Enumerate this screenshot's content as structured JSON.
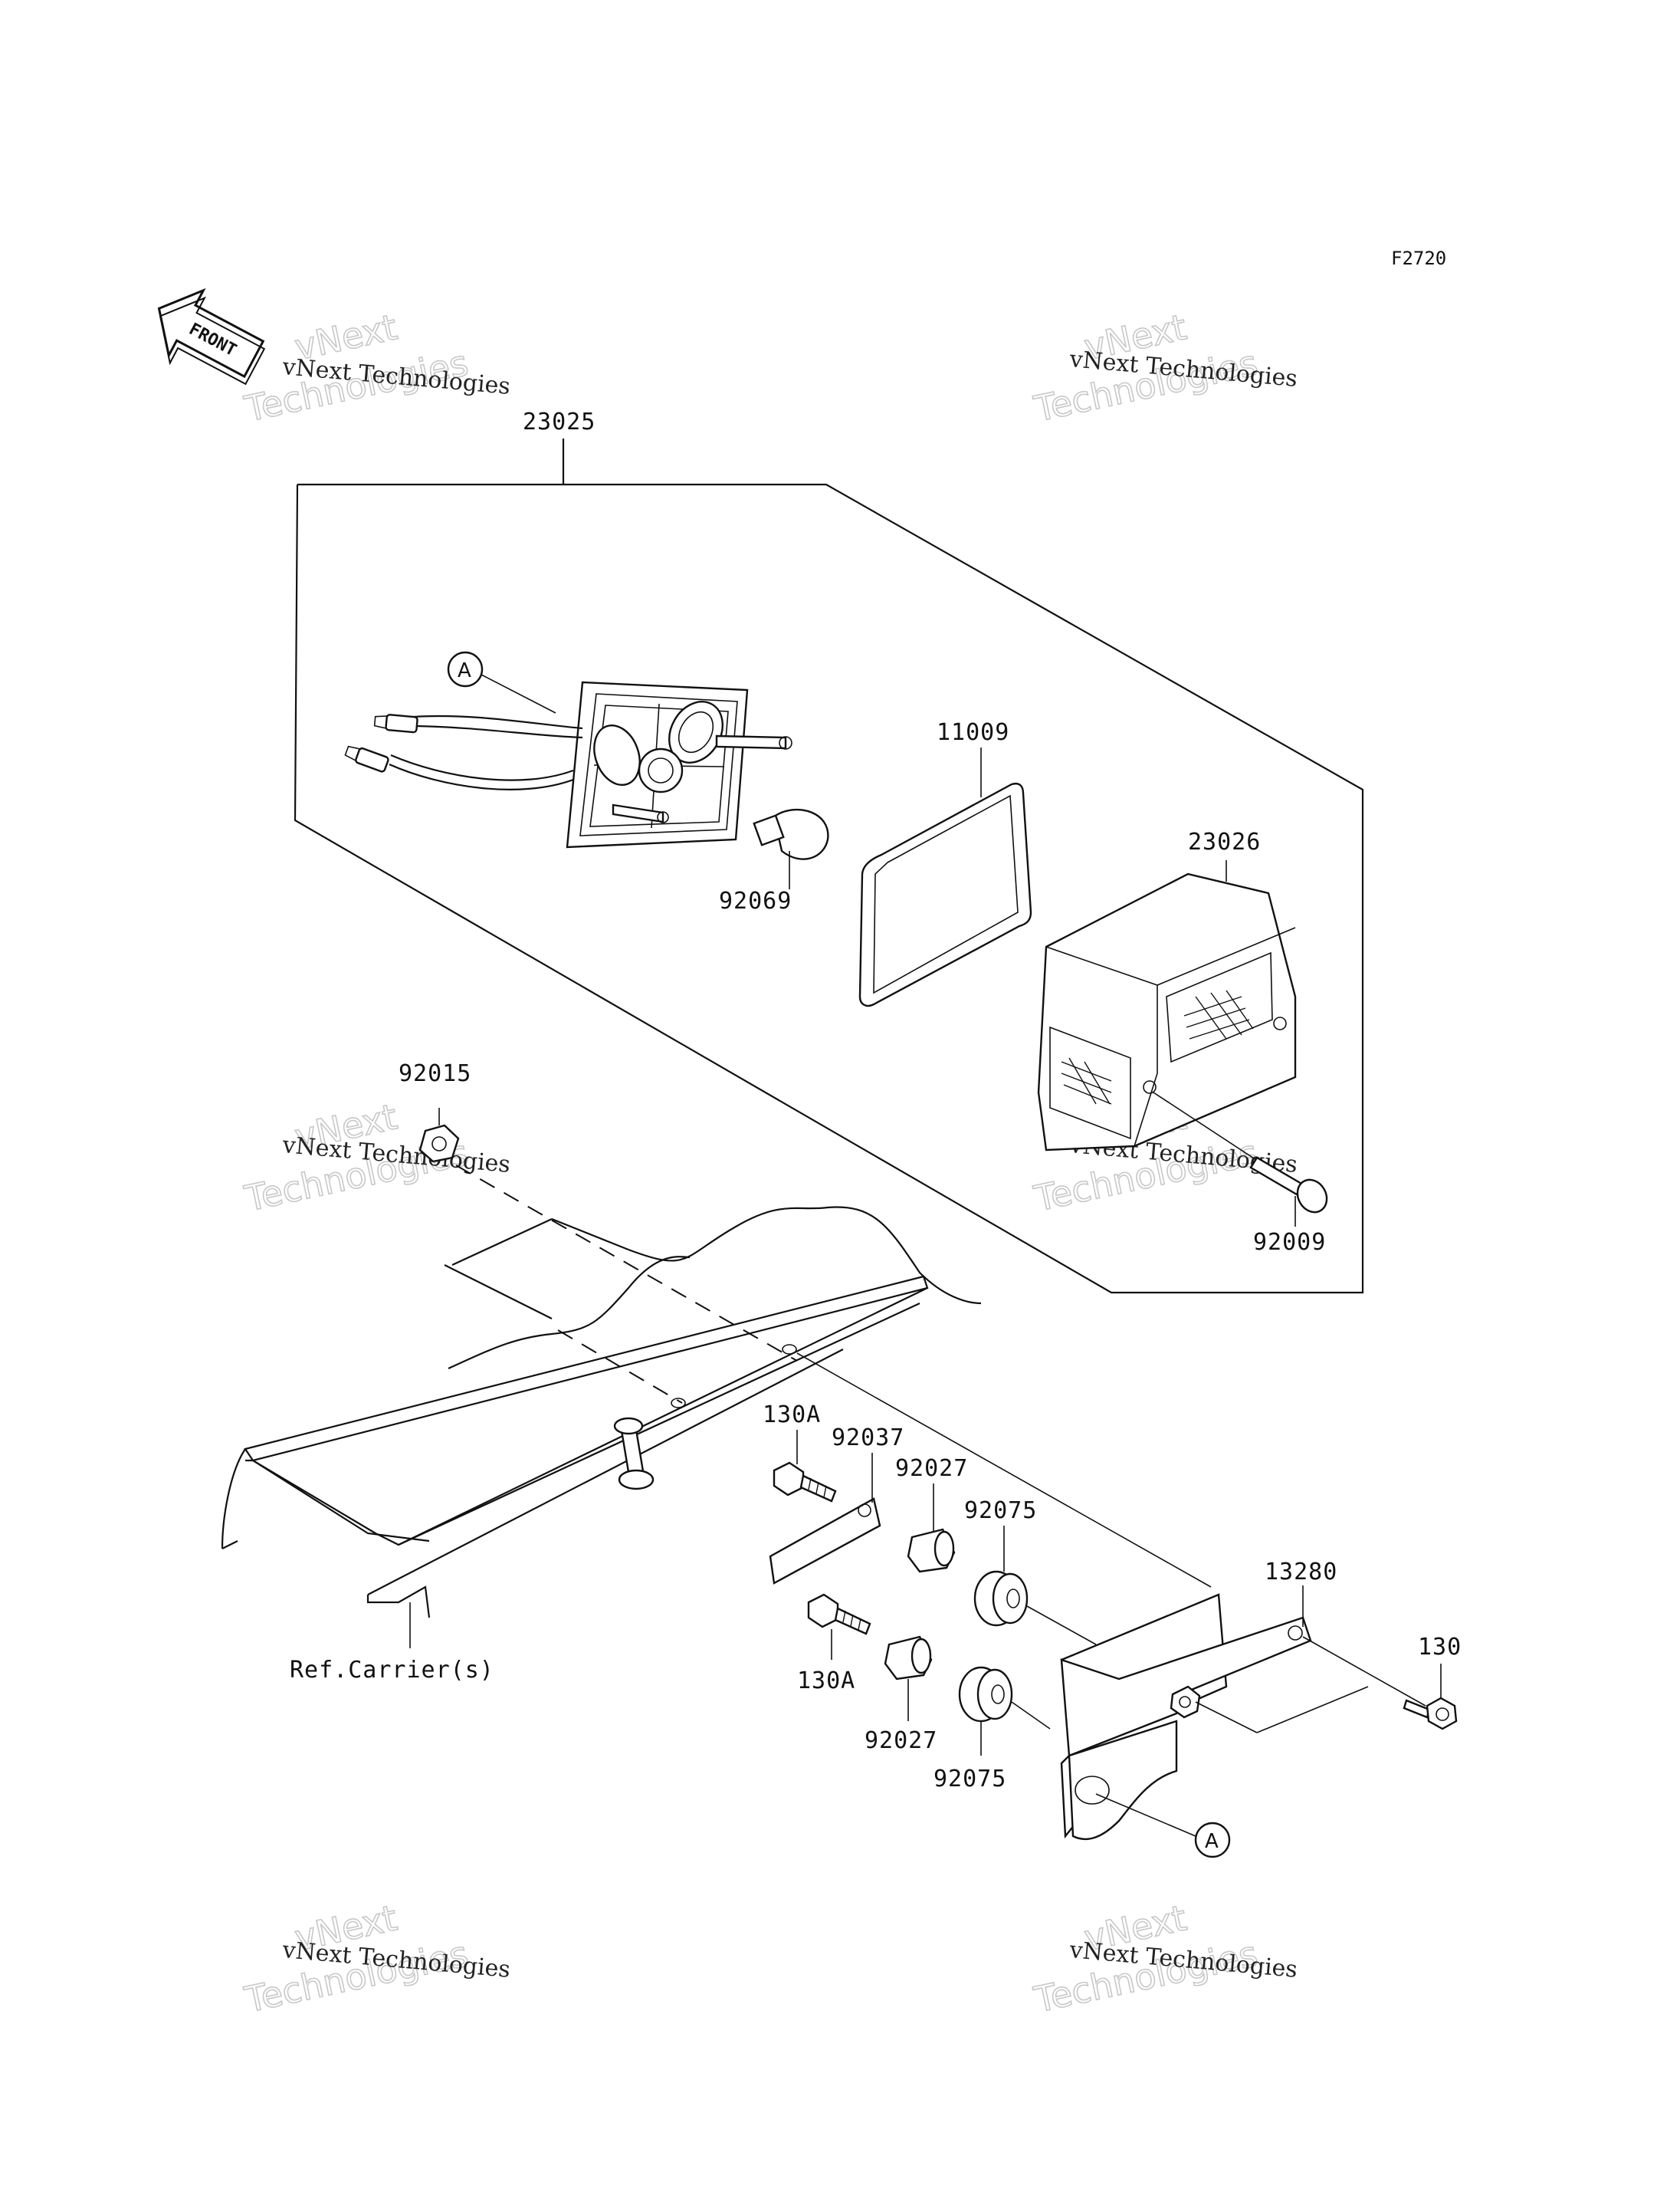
{
  "figure_code": "F2720",
  "front_label": "FRONT",
  "watermark": {
    "outline_line1": "vNext",
    "outline_line2": "Technologies",
    "plain": "vNext Technologies"
  },
  "callouts": {
    "assembly": "23025",
    "base_marker": "A",
    "lens": "11009",
    "bulb": "92069",
    "cover": "23026",
    "nut": "92015",
    "cover_screw": "92009",
    "bolt_upper": "130A",
    "plate": "92037",
    "collar_upper": "92027",
    "grommet_upper": "92075",
    "bracket": "13280",
    "bolt_lower": "130A",
    "collar_lower": "92027",
    "grommet_lower": "92075",
    "flange_bolt": "130",
    "bracket_marker": "A",
    "reference": "Ref.Carrier(s)"
  },
  "icons": [
    "front-arrow-icon",
    "circled-marker-icon"
  ]
}
